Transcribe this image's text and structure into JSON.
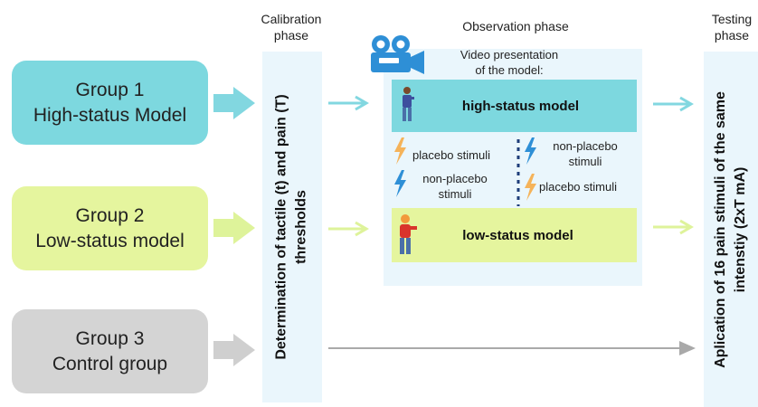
{
  "headers": {
    "calibration": [
      "Calibration",
      "phase"
    ],
    "observation": "Observation phase",
    "testing": [
      "Testing",
      "phase"
    ]
  },
  "groups": [
    {
      "line1": "Group 1",
      "line2": "High-status Model",
      "color": "#7dd8df",
      "arrow_color": "#82d7e0"
    },
    {
      "line1": "Group 2",
      "line2": "Low-status model",
      "color": "#e5f59e",
      "arrow_color": "#def39a"
    },
    {
      "line1": "Group 3",
      "line2": "Control group",
      "color": "#d4d4d4",
      "arrow_color": "#cfcfcf"
    }
  ],
  "calibration_box": {
    "lines": [
      "Determination of tactile (t) and pain (T)",
      "thresholds"
    ]
  },
  "observation": {
    "video_caption": [
      "Video presentation",
      "of the model:"
    ],
    "camera_icon": "video-camera-icon",
    "high_status": {
      "label": "high-status model",
      "color": "#7dd8df"
    },
    "low_status": {
      "label": "low-status model",
      "color": "#e5f59e"
    },
    "stimuli": {
      "left_top": "placebo stimuli",
      "left_bottom": [
        "non-placebo",
        "stimuli"
      ],
      "right_top": [
        "non-placebo",
        "stimuli"
      ],
      "right_bottom": "placebo stimuli"
    },
    "placebo_color": "#f5b35a",
    "nonplacebo_color": "#2e8fd6"
  },
  "testing_box": {
    "lines": [
      "Aplication of 16 pain stimuli of the same",
      "intenstiy (2xT mA)"
    ]
  }
}
